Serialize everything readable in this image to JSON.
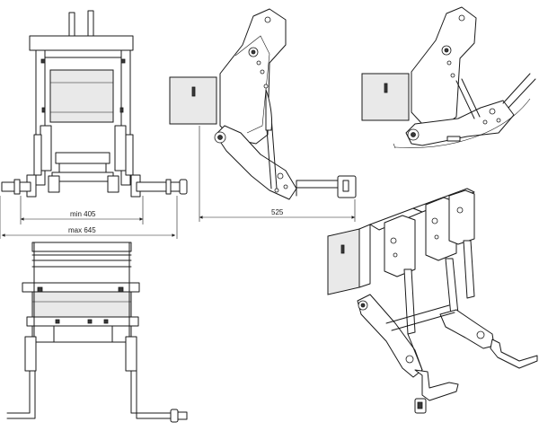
{
  "dimensions": {
    "min_width": "min 405",
    "max_width": "max 645",
    "depth": "525"
  },
  "colors": {
    "line": "#1a1a1a",
    "shade": "#e9e9e9",
    "background": "#ffffff"
  }
}
